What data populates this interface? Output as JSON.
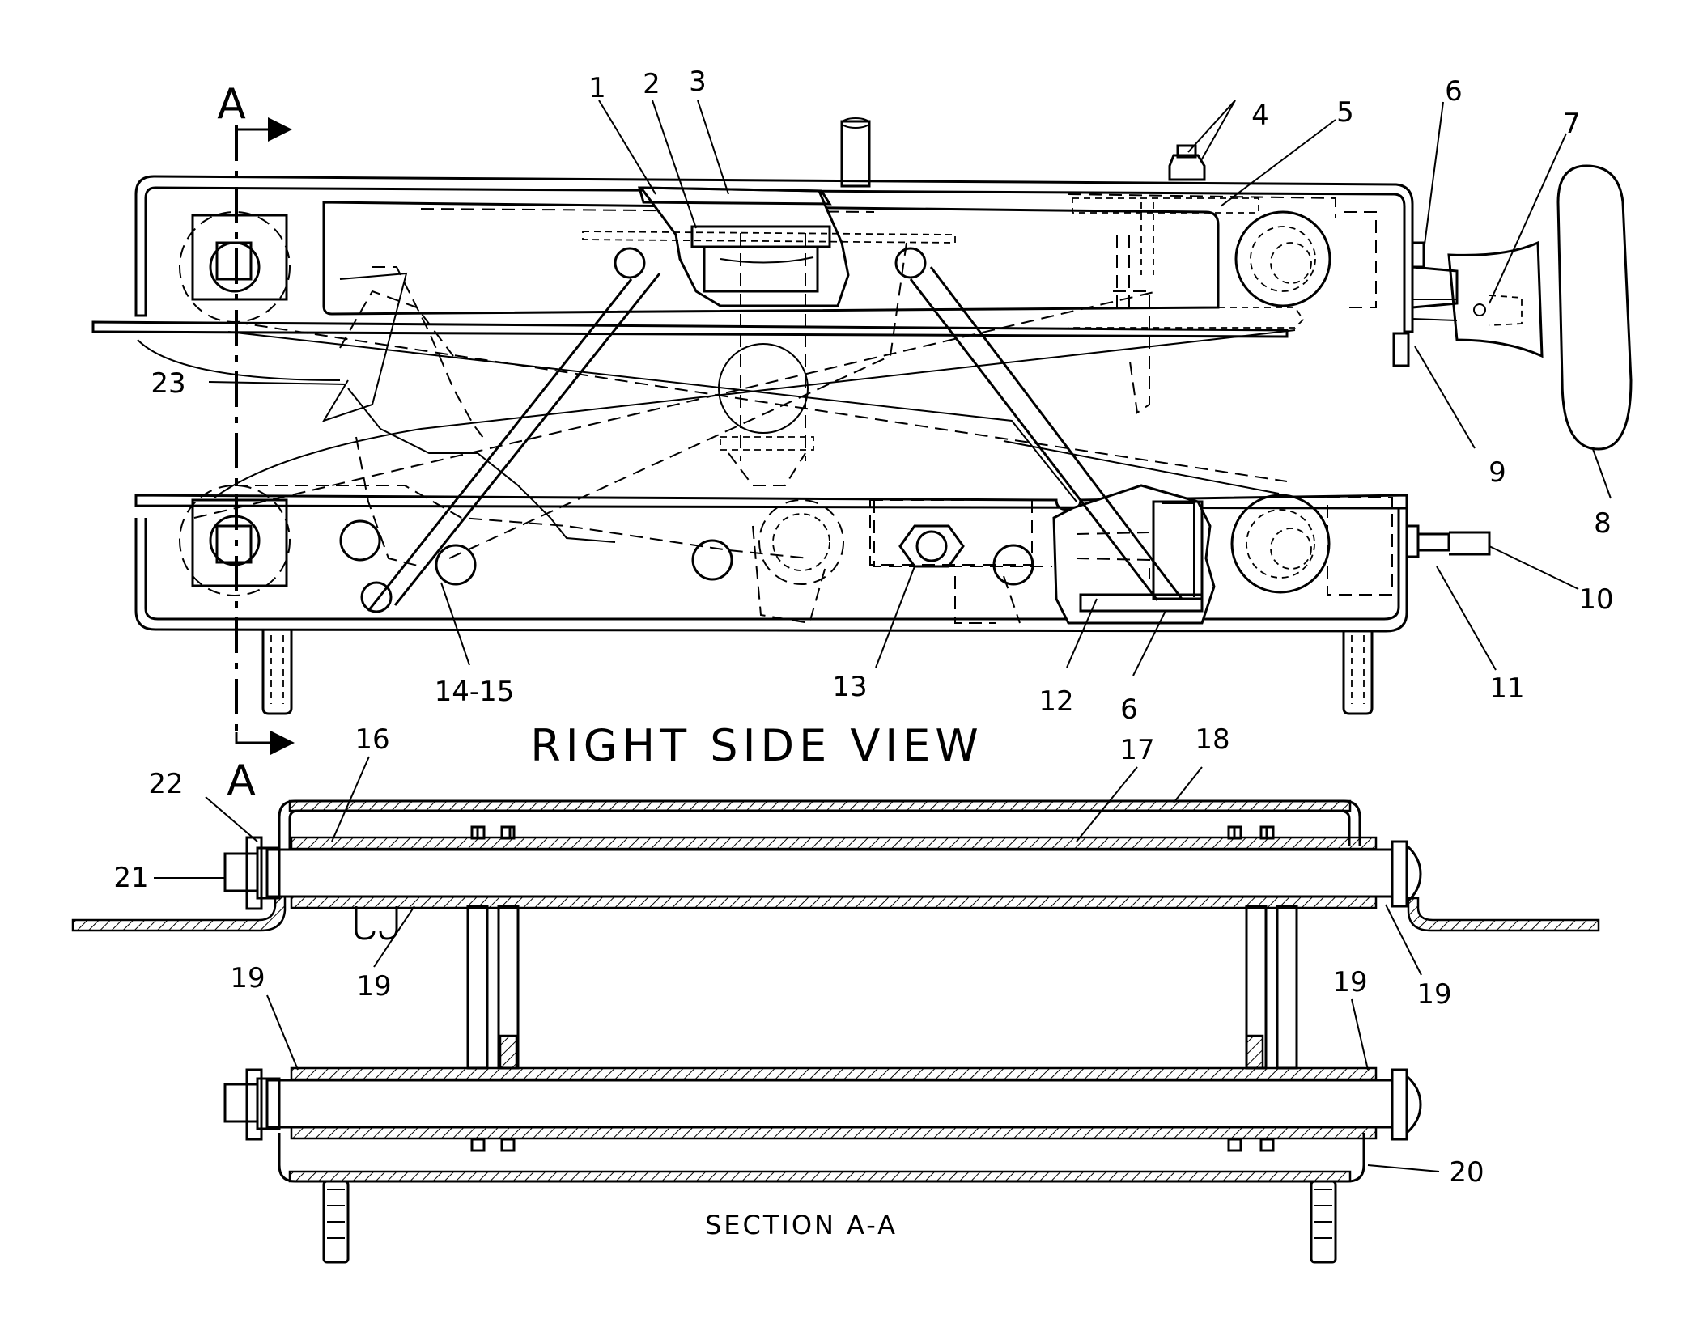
{
  "titles": {
    "view": "RIGHT SIDE VIEW",
    "section": "SECTION A-A",
    "cut_mark_top": "A",
    "cut_mark_bottom": "A"
  },
  "callouts": {
    "c1": "1",
    "c2": "2",
    "c3": "3",
    "c4": "4",
    "c5": "5",
    "c6_top": "6",
    "c7": "7",
    "c8": "8",
    "c9": "9",
    "c10": "10",
    "c11": "11",
    "c12": "12",
    "c6_bottom": "6",
    "c13": "13",
    "c14_15": "14-15",
    "c23": "23",
    "c16": "16",
    "c17": "17",
    "c18": "18",
    "c22": "22",
    "c21": "21",
    "c19_a": "19",
    "c19_b": "19",
    "c19_c": "19",
    "c19_d": "19",
    "c20": "20"
  }
}
